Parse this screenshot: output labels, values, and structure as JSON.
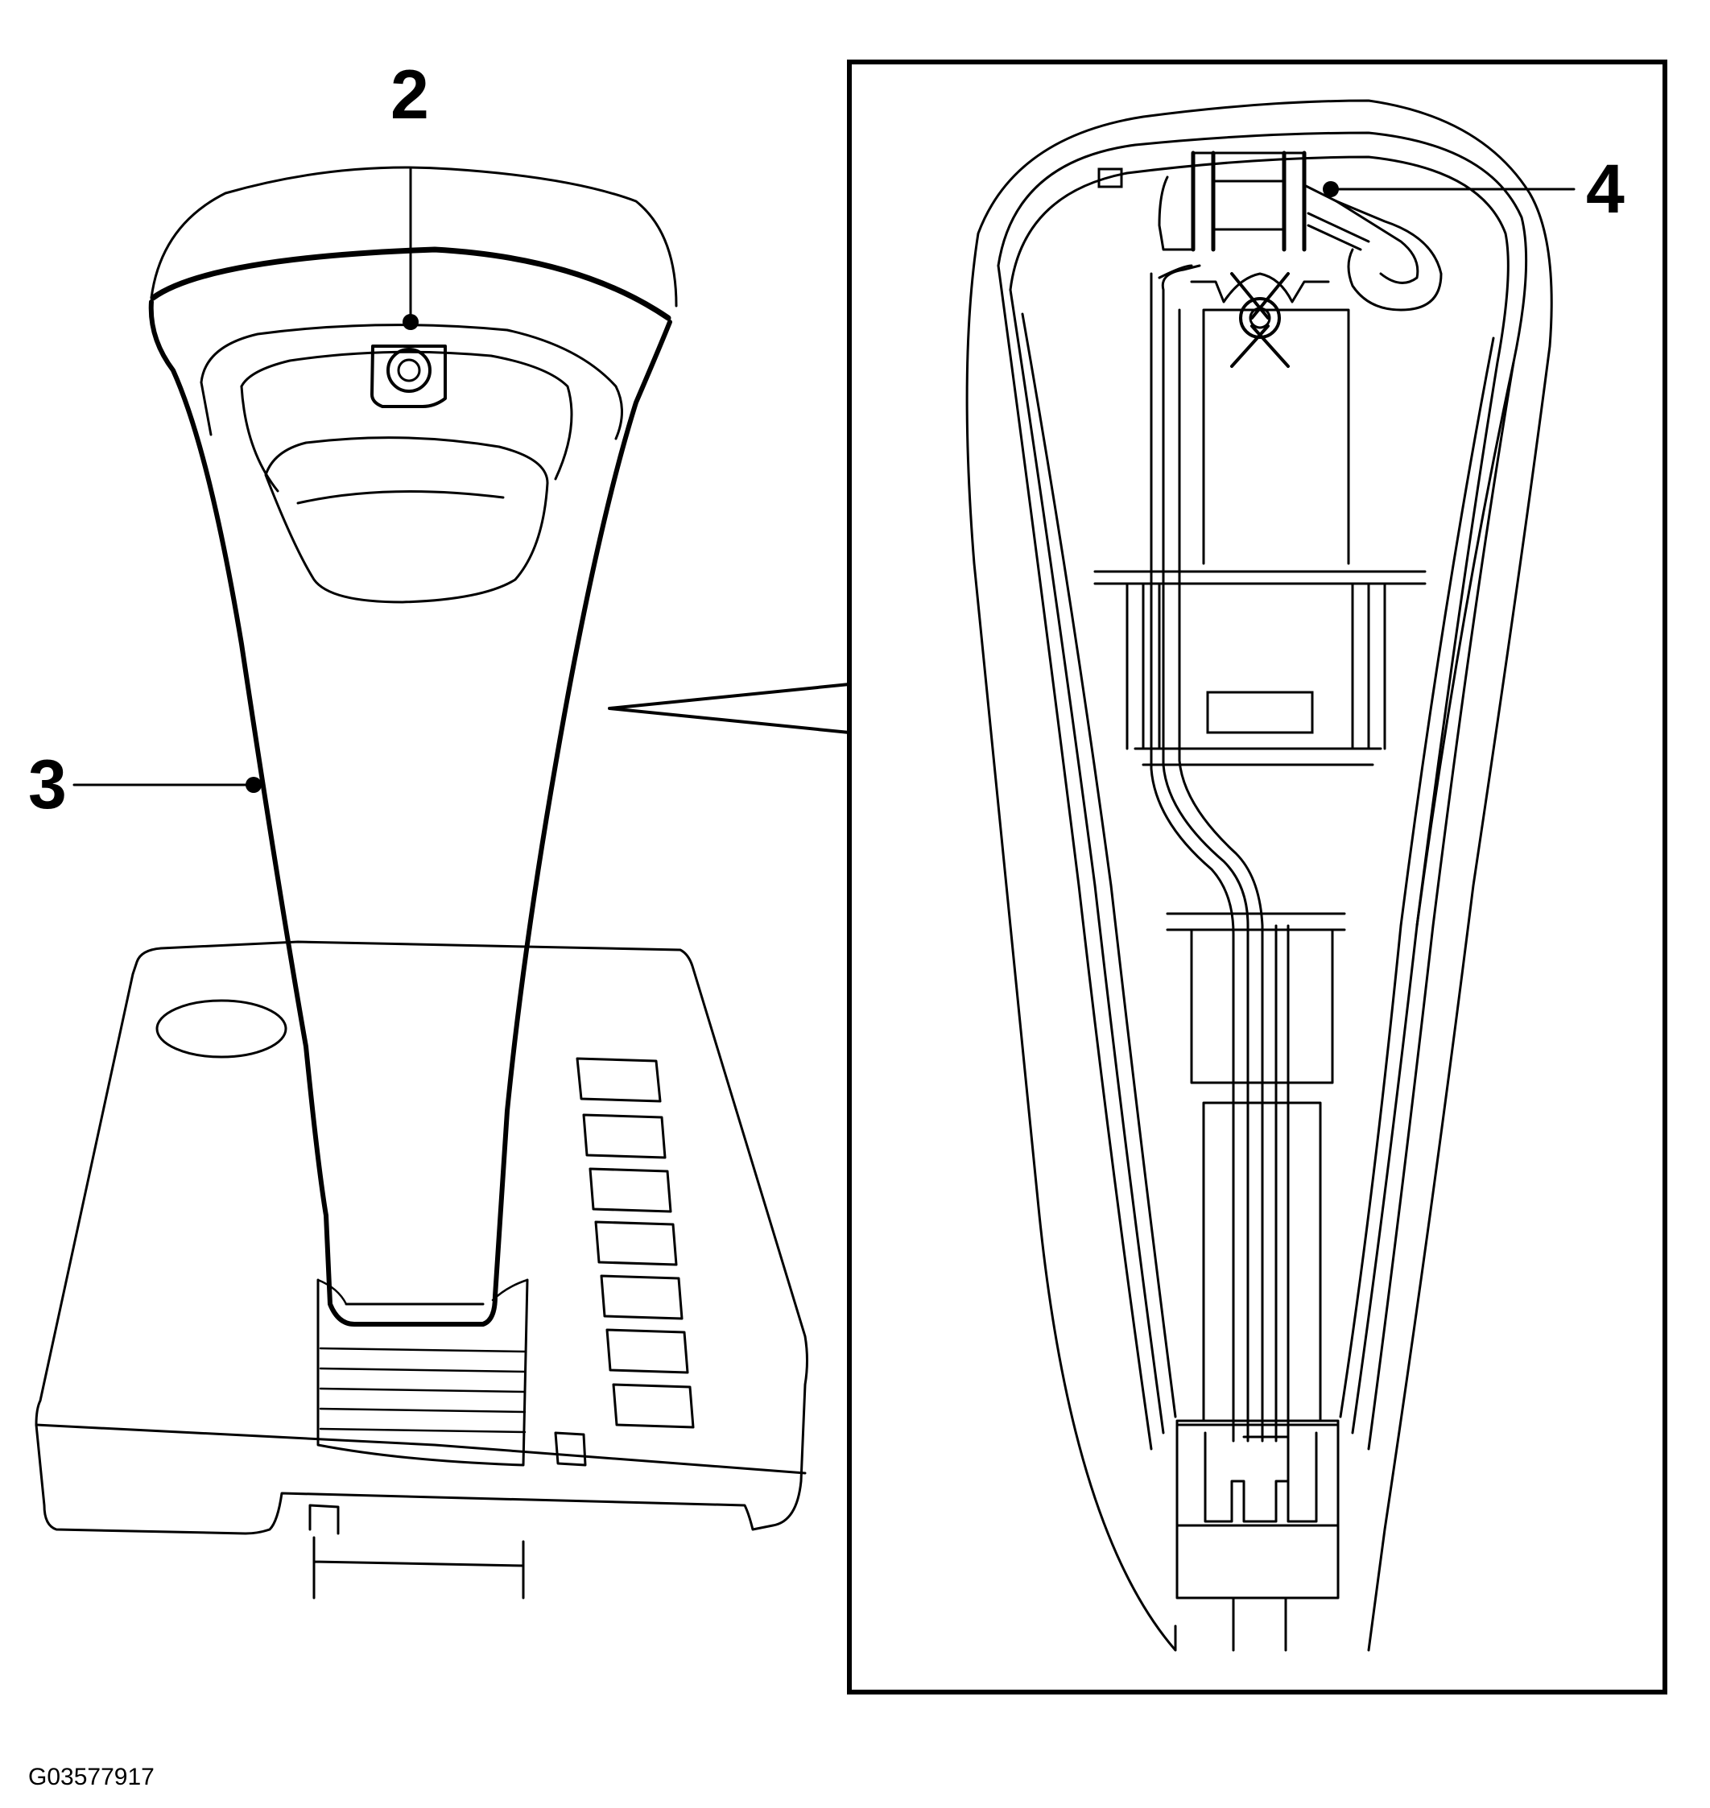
{
  "diagram": {
    "callouts": [
      {
        "id": "2",
        "label": "2",
        "target": "shift-knob-top-fastener"
      },
      {
        "id": "3",
        "label": "3",
        "target": "shift-knob-cover"
      },
      {
        "id": "4",
        "label": "4",
        "target": "knob-internal-connector"
      }
    ],
    "figure_id": "G03577917"
  },
  "colors": {
    "line": "#000000",
    "background": "#ffffff"
  }
}
